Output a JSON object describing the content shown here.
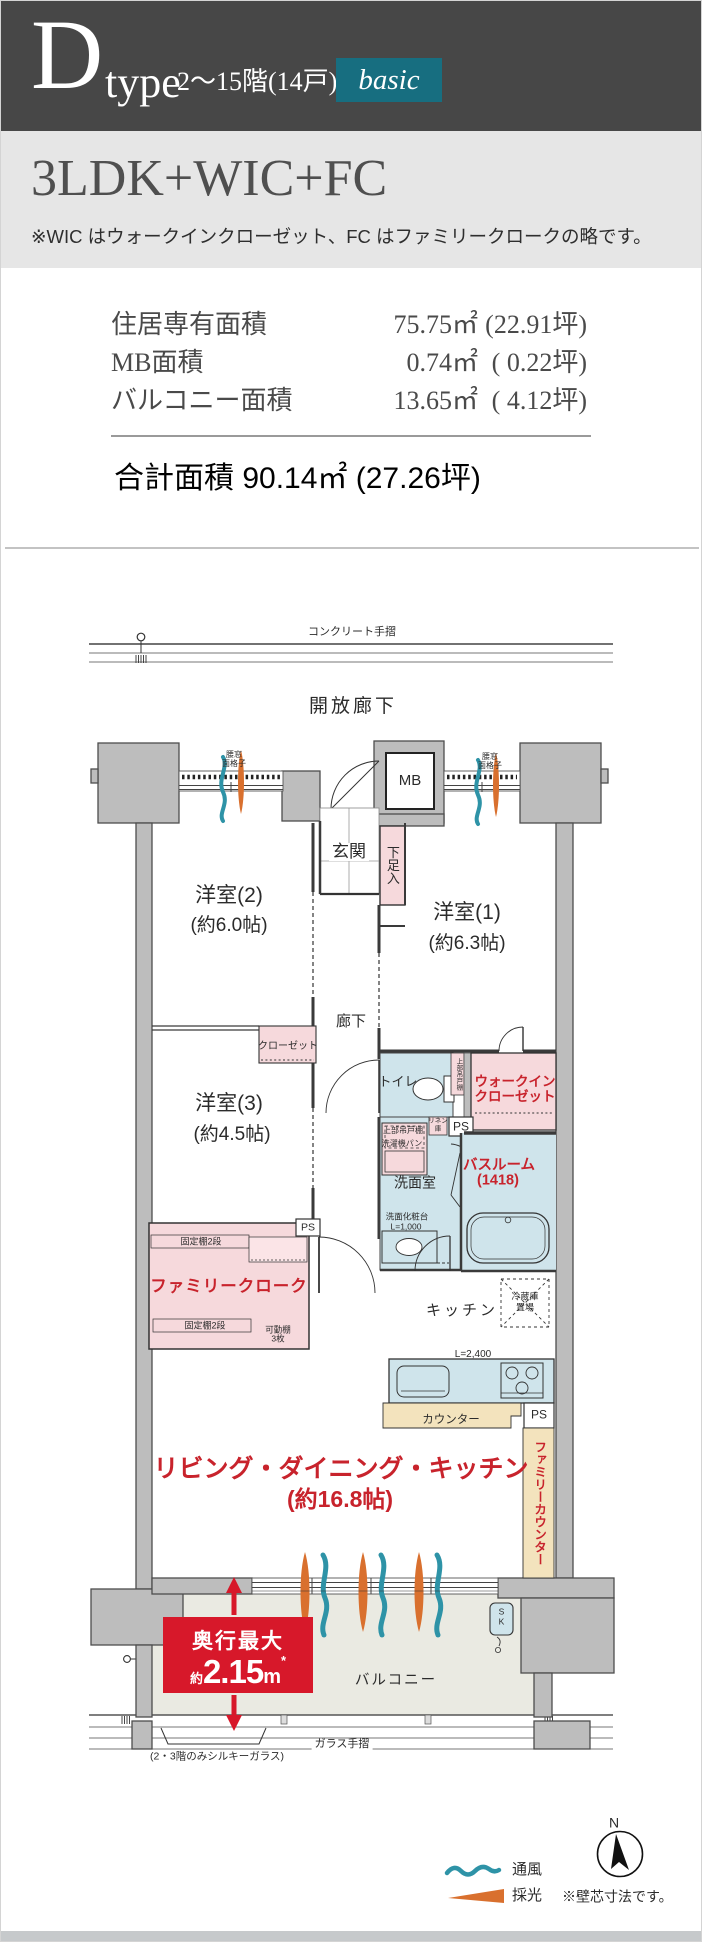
{
  "colors": {
    "header_bg": "#474747",
    "badge_bg": "#176e80",
    "section_bg": "#e6e6e6",
    "accent_red": "#c8232c",
    "callout_red": "#d7182a",
    "room_pink": "#f6d9dc",
    "room_blue": "#cfe4eb",
    "counter_beige": "#f3e3bd",
    "wall_gray": "#bdbdbd",
    "balcony_gray": "#eaeae2",
    "airflow_blue": "#2e93a7",
    "daylight_orange": "#d9702e"
  },
  "header": {
    "letter": "D",
    "word": "type",
    "floors": "2〜15階(14戸)",
    "badge": "basic"
  },
  "summary": {
    "layout": "3LDK+WIC+FC",
    "note": "※WIC はウォークインクローゼット、FC はファミリークロークの略です。"
  },
  "areas": {
    "rows": [
      {
        "label": "住居専有面積",
        "value": "75.75㎡",
        "tsubo": "(22.91坪)"
      },
      {
        "label": "MB面積",
        "value": "0.74㎡",
        "tsubo": "( 0.22坪)"
      },
      {
        "label": "バルコニー面積",
        "value": "13.65㎡",
        "tsubo": "( 4.12坪)"
      }
    ],
    "total_label": "合計面積",
    "total_value": "90.14㎡ (27.26坪)"
  },
  "plan": {
    "top_rail": "コンクリート手摺",
    "open_corridor": "開放廊下",
    "mb": "MB",
    "lattice_l1": "腰窓",
    "lattice_l2": "面格子",
    "entrance": "玄関",
    "shoe_cabinet": "下足入",
    "room2": "洋室(2)",
    "room2_size": "(約6.0帖)",
    "room1": "洋室(1)",
    "room1_size": "(約6.3帖)",
    "room3": "洋室(3)",
    "room3_size": "(約4.5帖)",
    "hallway": "廊下",
    "closet": "クローゼット",
    "toilet": "トイレ",
    "upper_cabinet": "上部吊戸棚",
    "washer_pan": "洗濯機パン",
    "wic_l1": "ウォークイン",
    "wic_l2": "クローゼット",
    "ps": "PS",
    "linen_l1": "リネン",
    "linen_l2": "庫",
    "washroom": "洗面室",
    "vanity": "洗面化粧台",
    "vanity_size": "L=1,000",
    "bathroom_l1": "バスルーム",
    "bathroom_l2": "(1418)",
    "fridge_l1": "冷蔵庫",
    "fridge_l2": "置場",
    "kitchen": "キッチン",
    "counter_length": "L=2,400",
    "counter": "カウンター",
    "family_counter": "ファミリーカウンター",
    "family_cloak": "ファミリークローク",
    "fixed_shelf": "固定棚2段",
    "movable_l1": "可動棚",
    "movable_l2": "3枚",
    "ldk": "リビング・ダイニング・キッチン",
    "ldk_size": "(約16.8帖)",
    "sk_l1": "S",
    "sk_l2": "K",
    "balcony": "バルコニー",
    "depth_label": "奥行最大",
    "depth_approx": "約",
    "depth_value": "2.15",
    "depth_unit": "m",
    "depth_mark": "*",
    "glass_rail": "ガラス手摺",
    "glass_note": "(2・3階のみシルキーガラス)"
  },
  "legend": {
    "airflow": "通風",
    "daylight": "採光",
    "wall_note": "※壁芯寸法です。",
    "north": "N"
  }
}
